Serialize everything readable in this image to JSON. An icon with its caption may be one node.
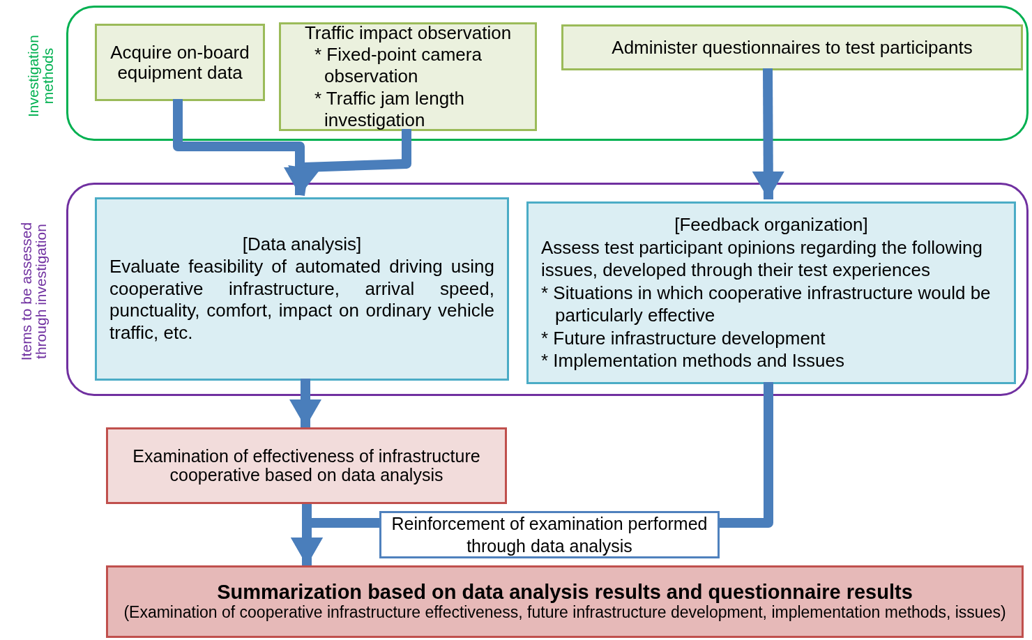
{
  "diagram": {
    "nodes": [
      {
        "text": [
          "Investigation methods"
        ]
      },
      {
        "text": [
          "Acquire on-board equipment data"
        ],
        "in": 0
      },
      {
        "text": [
          "Traffic impact observation",
          "* Fixed-point camera observation",
          "* Traffic jam length investigation"
        ],
        "in": 0
      },
      {
        "text": [
          "Administer questionnaires to test participants"
        ],
        "in": 0
      },
      {
        "text": [
          "Items to be assessed through investigation"
        ]
      },
      {
        "text": [
          "[Data analysis]",
          "Evaluate feasibility of automated driving using cooperative infrastructure, arrival speed, punctuality, comfort, impact on ordinary vehicle traffic, etc."
        ],
        "in": 4
      },
      {
        "text": [
          "[Feedback organization]",
          "Assess test participant opinions regarding the following issues, developed through their test experiences",
          "* Situations in which cooperative infrastructure would be particularly effective",
          "* Future infrastructure development",
          "* Implementation methods and Issues"
        ],
        "in": 4
      },
      {
        "text": [
          "Examination of effectiveness of infrastructure cooperative based on data analysis"
        ]
      },
      {
        "text": [
          "Reinforcement of examination performed through data analysis"
        ]
      },
      {
        "text": [
          "Summarization based on data analysis results and questionnaire results",
          "(Examination of cooperative infrastructure effectiveness, future infrastructure development, implementation methods, issues)"
        ]
      }
    ],
    "edges": [
      {
        "from": 1,
        "to": 5,
        "arrow": "to"
      },
      {
        "from": 2,
        "to": 5,
        "arrow": "to"
      },
      {
        "from": 3,
        "to": 6,
        "arrow": "to"
      },
      {
        "from": 5,
        "to": 7,
        "arrow": "to"
      },
      {
        "from": 7,
        "to": 9,
        "arrow": "to"
      },
      {
        "from": 6,
        "to": 8,
        "arrow": "none"
      },
      {
        "from": 8,
        "to": 9,
        "arrow": "to"
      }
    ]
  }
}
